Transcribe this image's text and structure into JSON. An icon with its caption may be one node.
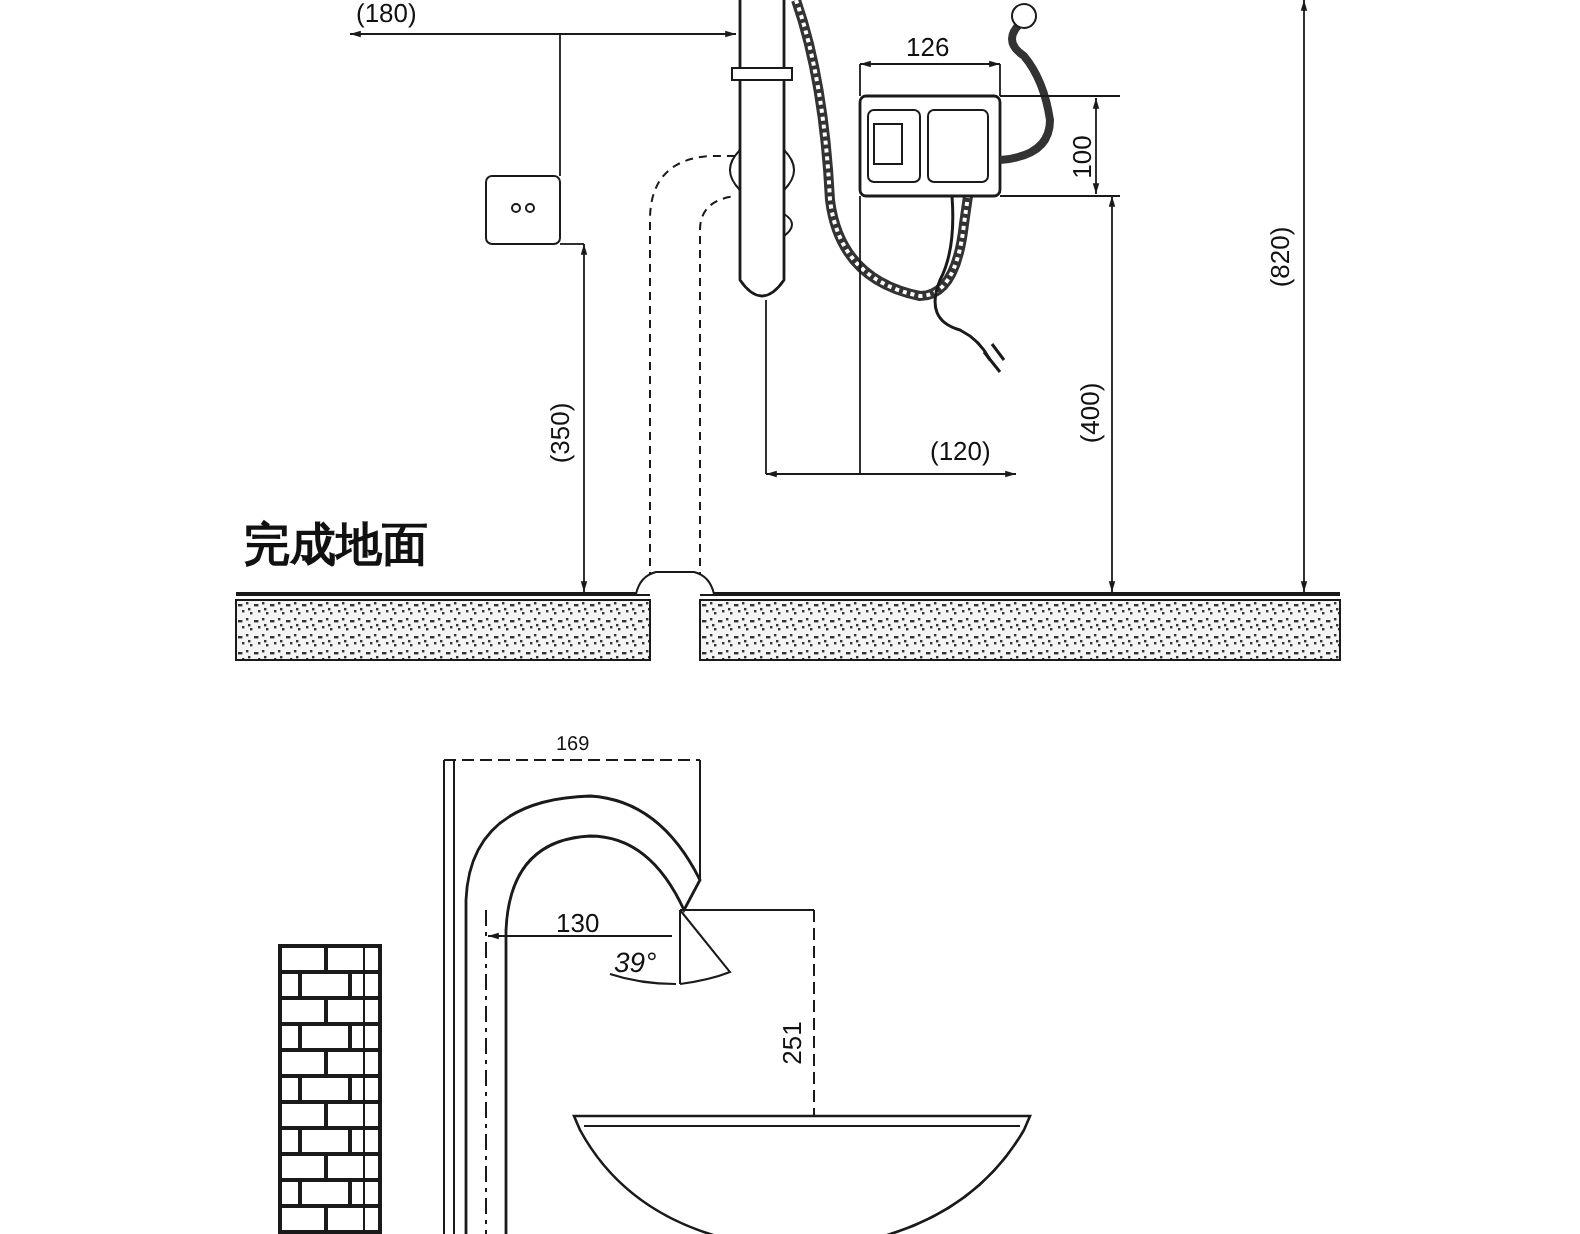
{
  "diagram": {
    "labels": [
      "(180)",
      "126",
      "100",
      "(820)",
      "(350)",
      "(400)",
      "(120)",
      "完成地面",
      "169",
      "130",
      "39°",
      "251"
    ]
  }
}
